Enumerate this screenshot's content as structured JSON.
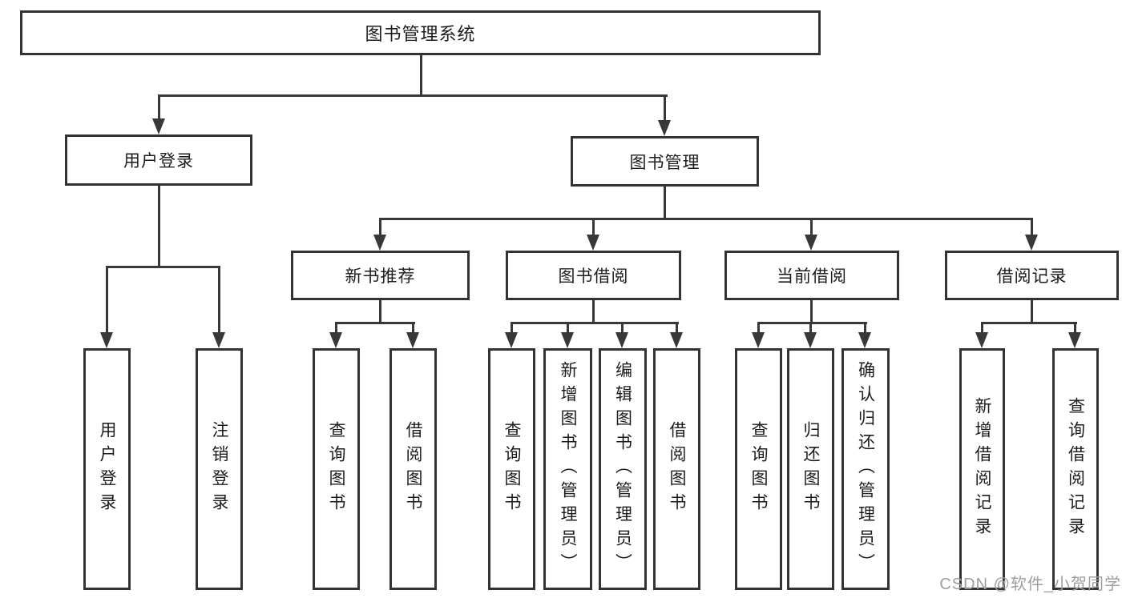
{
  "nodes": {
    "root": {
      "label": "图书管理系统"
    },
    "user_login": {
      "label": "用户登录",
      "children": [
        {
          "label": "用户登录"
        },
        {
          "label": "注销登录"
        }
      ]
    },
    "book_mgmt": {
      "label": "图书管理"
    },
    "new_book_rec": {
      "label": "新书推荐",
      "children": [
        {
          "label": "查询图书"
        },
        {
          "label": "借阅图书"
        }
      ]
    },
    "book_borrow": {
      "label": "图书借阅",
      "children": [
        {
          "label": "查询图书"
        },
        {
          "label": "新增图书（管理员）"
        },
        {
          "label": "编辑图书（管理员）"
        },
        {
          "label": "借阅图书"
        }
      ]
    },
    "current_borrow": {
      "label": "当前借阅",
      "children": [
        {
          "label": "查询图书"
        },
        {
          "label": "归还图书"
        },
        {
          "label": "确认归还（管理员）"
        }
      ]
    },
    "borrow_records": {
      "label": "借阅记录",
      "children": [
        {
          "label": "新增借阅记录"
        },
        {
          "label": "查询借阅记录"
        }
      ]
    }
  },
  "watermark": {
    "text": "CSDN @软件_小贺同学"
  },
  "colors": {
    "line": "#383838",
    "border": "#333333",
    "text": "#1c1c1c",
    "watermark": "#9e9e9e",
    "background": "#ffffff"
  }
}
